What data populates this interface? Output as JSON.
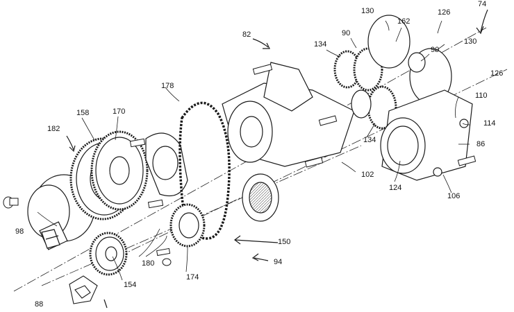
{
  "labels": {
    "l74": "74",
    "l82": "82",
    "l130a": "130",
    "l126a": "126",
    "l162": "162",
    "l90a": "90",
    "l134a": "134",
    "l90b": "90",
    "l130b": "130",
    "l126b": "126",
    "l178": "178",
    "l158": "158",
    "l170": "170",
    "l182": "182",
    "l110": "110",
    "l114": "114",
    "l86": "86",
    "l134b": "134",
    "l102": "102",
    "l124": "124",
    "l106": "106",
    "l98": "98",
    "l150": "150",
    "l94": "94",
    "l180": "180",
    "l174": "174",
    "l154": "154",
    "l88": "88"
  },
  "stroke_color": "#1a1a1a"
}
